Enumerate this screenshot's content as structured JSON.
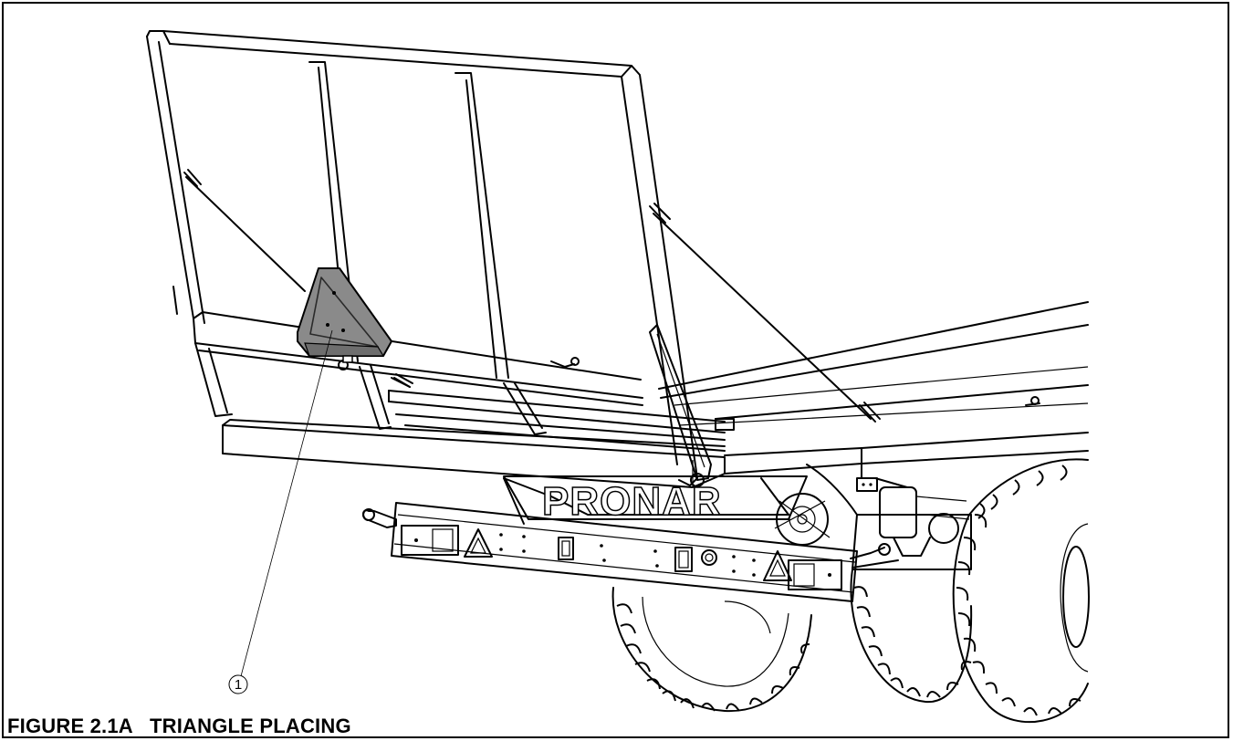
{
  "figure": {
    "caption": "FIGURE 2.1A   TRIANGLE PLACING",
    "brand_text": "PRONAR",
    "callouts": [
      {
        "label": "1"
      }
    ]
  },
  "colors": {
    "line": "#000000",
    "background": "#ffffff",
    "triangle_fill": "#8a8a8a",
    "triangle_edge": "#5a5a5a"
  },
  "icons": [
    "warning-triangle-icon",
    "reflector-icon"
  ]
}
